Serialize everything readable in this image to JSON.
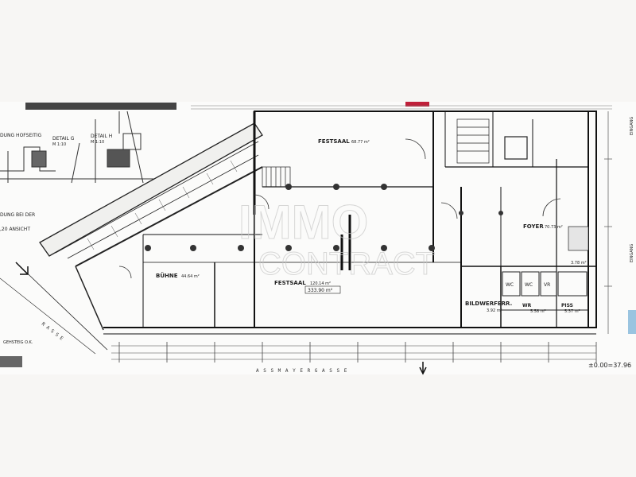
{
  "sheet": {
    "left_notes": {
      "line1": "DUNG HOFSEITIG",
      "detail_g": "DETAIL G",
      "scale_g": "M 1:10",
      "detail_h": "DETAIL H",
      "scale_h": "M 1:10",
      "line2": "DUNG BEI DER",
      "line3": ",20 ANSICHT",
      "gehsteig": "GEHSTEIG O.K."
    },
    "rooms": {
      "festsaal_top": "FESTSAAL",
      "festsaal_top_area": "68.77 m²",
      "festsaal_main": "FESTSAAL",
      "festsaal_main_area": "120.14 m²",
      "festsaal_total": "333.90 m²",
      "buehne": "BÜHNE",
      "buehne_area": "44.64 m²",
      "foyer": "FOYER",
      "foyer_area": "70.73 m²",
      "bildwerfer": "BILDWERFERR.",
      "bildwerfer_area": "3.92 m²",
      "wr": "WR",
      "wr_area": "5.58 m²",
      "piss": "PISS",
      "piss_area": "5.37 m²",
      "wc1": "WC",
      "wc2": "WC",
      "vr": "VR",
      "small_area": "3.78 m²"
    },
    "street": {
      "assmayer": "A S S M A Y E R G A S S E",
      "strasse": "R A S S E"
    },
    "right_notes": {
      "eingang_top": "EINGANG",
      "eingang_bottom": "EINGANG",
      "elevation": "±0.00=37.96"
    }
  }
}
